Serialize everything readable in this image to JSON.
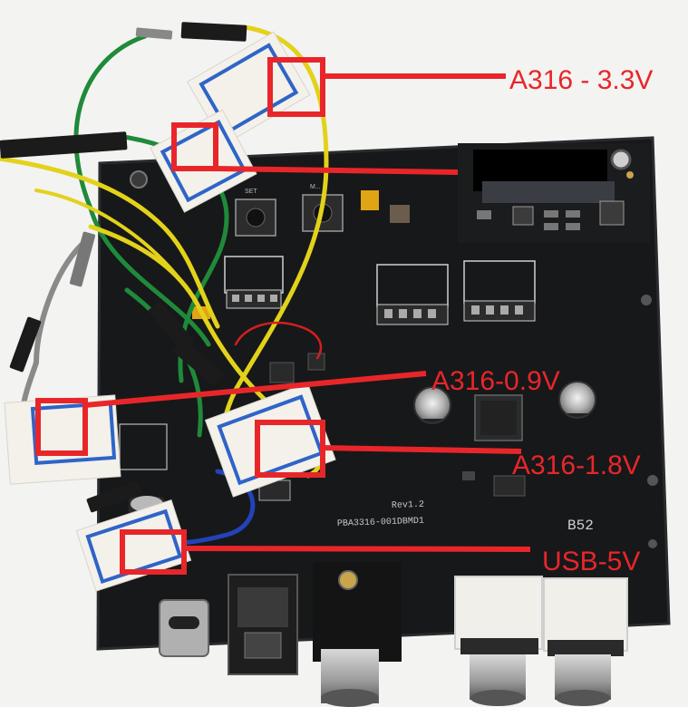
{
  "annotations": {
    "v33": "A316 - 3.3V",
    "v09": "A316-0.9V",
    "v18": "A316-1.8V",
    "v5": "USB-5V"
  },
  "pcb_text": {
    "model": "PBA3316-001DBMD1",
    "rev": "Rev1.2",
    "mark": "B52",
    "sw_set": "SET",
    "sw_2": "M..."
  },
  "colors": {
    "annotation_red": "#e8262a",
    "pcb_black": "#161719",
    "wire_yellow": "#e3d21a",
    "wire_green": "#1f8a3a",
    "wire_blue": "#2243b8",
    "wire_gray": "#8a8a8a",
    "wire_red": "#d21f1f",
    "tape_white": "#f3f1ea",
    "tape_blue": "#2f64c8"
  }
}
